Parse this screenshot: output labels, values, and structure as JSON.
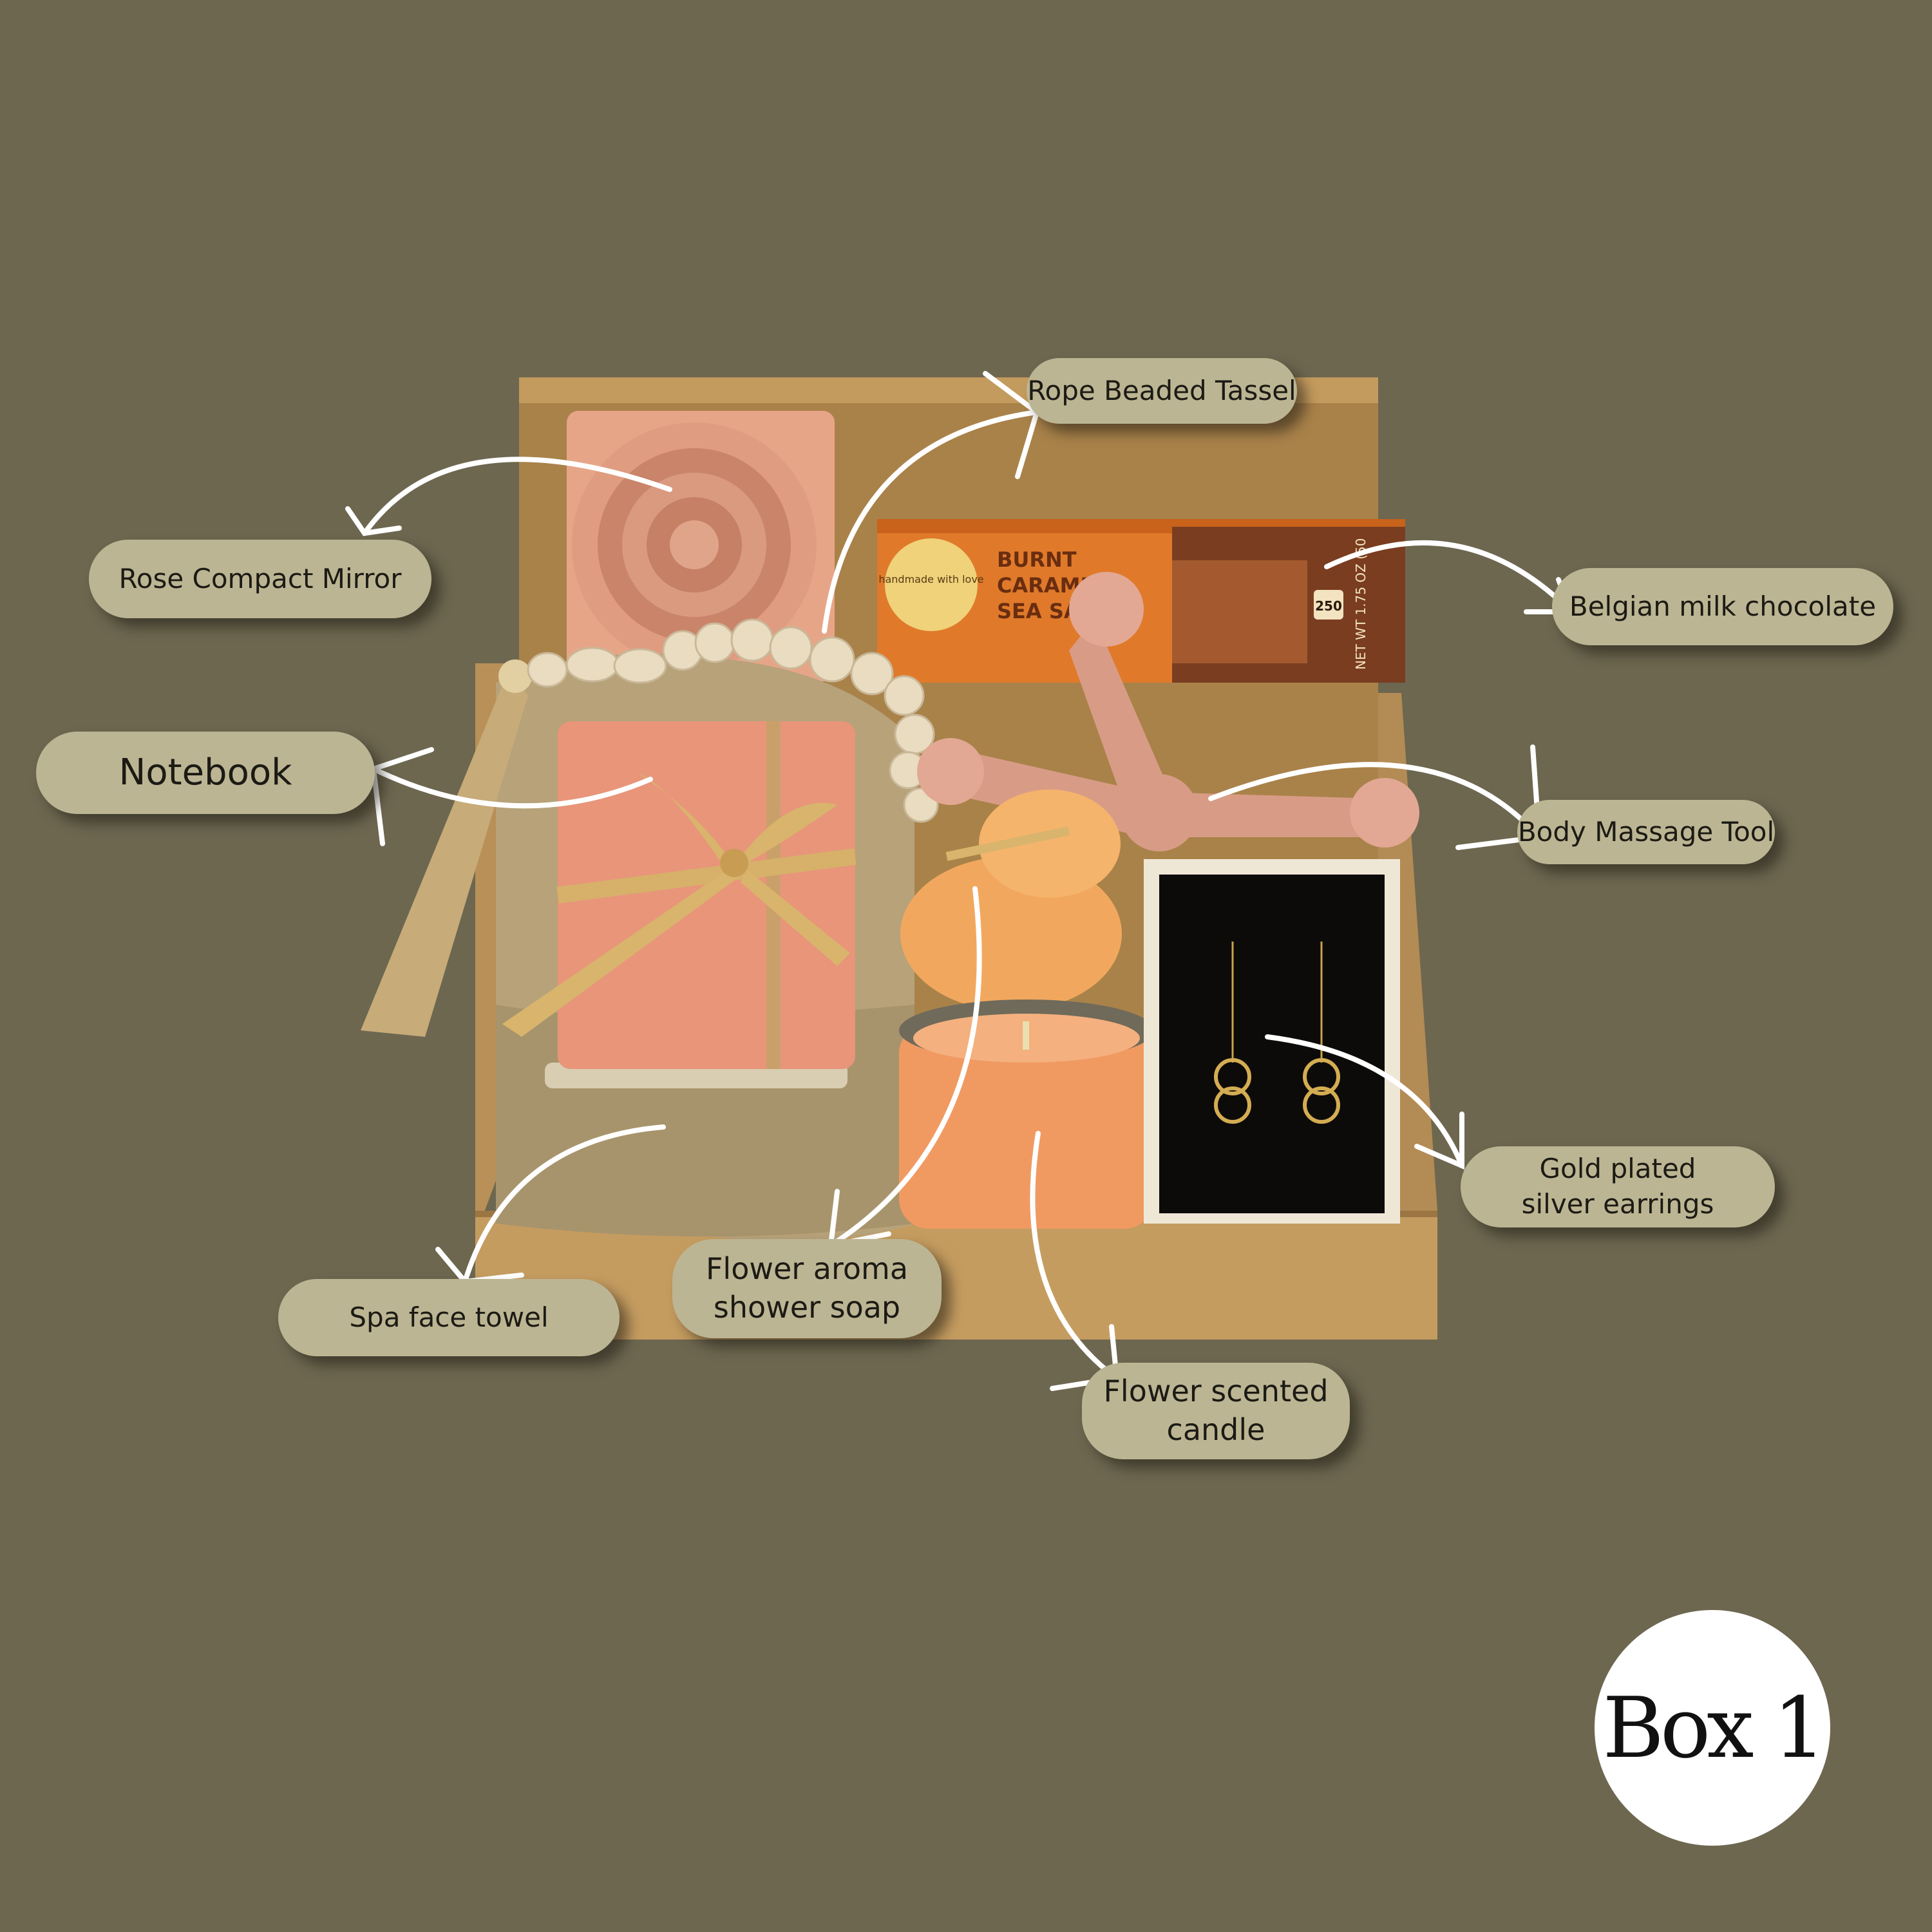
{
  "labels": {
    "rope_beaded_tassel": "Rope Beaded Tassel",
    "rose_compact_mirror": "Rose Compact Mirror",
    "belgian_milk_chocolate": "Belgian milk chocolate",
    "notebook": "Notebook",
    "body_massage_tool": "Body Massage Tool",
    "gold_earrings_line1": "Gold plated",
    "gold_earrings_line2": "silver earrings",
    "spa_face_towel": "Spa face towel",
    "shower_soap_line1": "Flower aroma",
    "shower_soap_line2": "shower soap",
    "scented_candle_line1": "Flower scented",
    "scented_candle_line2": "candle"
  },
  "chocolate_bar": {
    "badge": "handmade with love",
    "line1": "BURNT",
    "line2": "CARAMEL",
    "line3": "SEA SALT",
    "net_weight": "NET WT 1.75 OZ (50",
    "calories": "250"
  },
  "box_badge": "Box 1",
  "colors": {
    "background": "#6d6750",
    "label_fill": "#bcb593",
    "box_kraft": "#b58c52",
    "notebook": "#e8957a",
    "chocolate_wrap": "#e07a2a"
  }
}
